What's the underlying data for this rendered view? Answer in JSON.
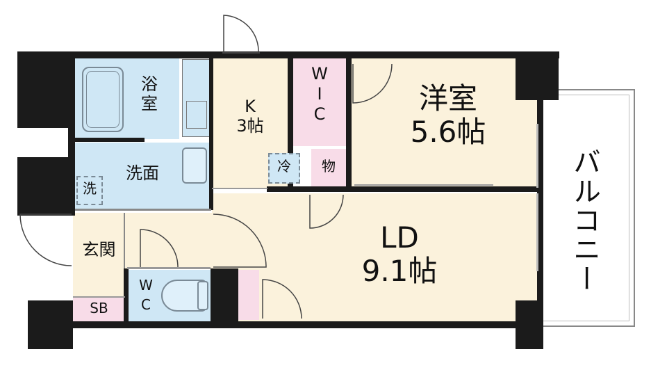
{
  "floorplan": {
    "rooms": {
      "youshitsu": {
        "name": "洋室",
        "size": "5.6帖"
      },
      "ld": {
        "name": "LD",
        "size": "9.1帖"
      },
      "kitchen": {
        "name": "K",
        "size": "3帖"
      },
      "wic": {
        "line1": "W",
        "line2": "I",
        "line3": "C"
      },
      "bath": {
        "line1": "浴",
        "line2": "室"
      },
      "washroom": {
        "name": "洗面"
      },
      "washer": {
        "name": "洗"
      },
      "fridge": {
        "name": "冷"
      },
      "storage": {
        "name": "物"
      },
      "entrance": {
        "name": "玄関"
      },
      "wc": {
        "line1": "W",
        "line2": "C"
      },
      "shoebox": {
        "name": "SB"
      },
      "balcony": {
        "name": "バルコニー"
      }
    },
    "colors": {
      "floor": "#fbf2dc",
      "wet_area": "#cfe7f5",
      "closet": "#f8dce8",
      "wall": "#1b1b1b",
      "balcony": "#ffffff"
    }
  }
}
